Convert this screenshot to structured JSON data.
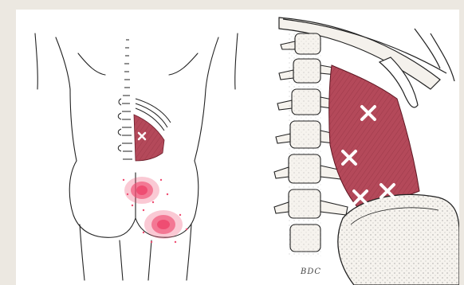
{
  "illustration": {
    "left_figure": "back-view-referred-pain",
    "right_figure": "quadratus-lumborum-anatomy",
    "signature": "BDC"
  },
  "colors": {
    "page_background": "#ece8e1",
    "panel_background": "#ffffff",
    "line": "#222222",
    "muscle": "#b4495a",
    "pain_dots": "#ef4d72",
    "trigger_x": "#ffffff"
  },
  "trigger_points": {
    "left_figure": 1,
    "right_figure": 4
  }
}
